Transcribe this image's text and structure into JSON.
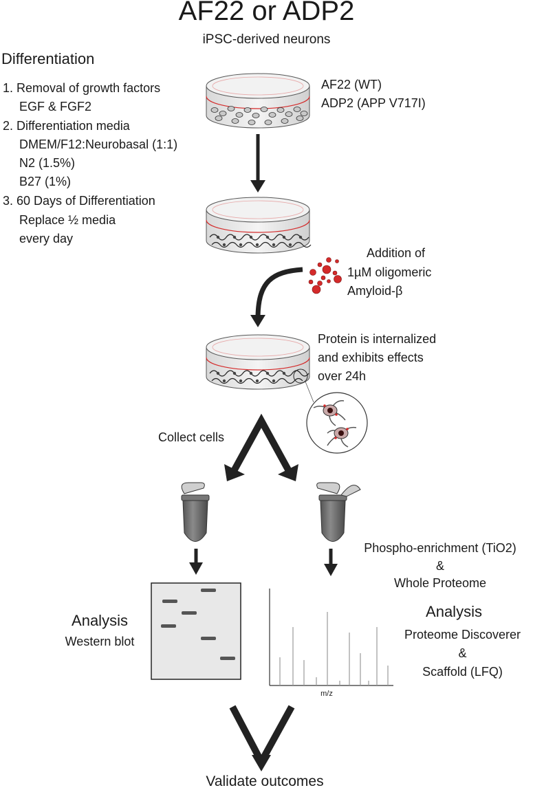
{
  "title": "AF22 or ADP2",
  "subtitle": "iPSC-derived neurons",
  "differentiation": {
    "heading": "Differentiation",
    "steps": [
      "1.  Removal of growth factors",
      "EGF & FGF2",
      "2.  Differentiation media",
      "DMEM/F12:Neurobasal (1:1)",
      "N2 (1.5%)",
      "B27 (1%)",
      "3.  60 Days of Differentiation",
      "Replace ½ media",
      "every day"
    ]
  },
  "lines": {
    "wt": "AF22 (WT)",
    "mutant": "ADP2 (APP V717I)"
  },
  "addition": [
    "Addition of",
    "1µM oligomeric",
    "Amyloid-β"
  ],
  "internalized": [
    "Protein is internalized",
    "and exhibits effects",
    "over 24h"
  ],
  "collect": "Collect cells",
  "left_branch": {
    "analysis_heading": "Analysis",
    "method": "Western blot"
  },
  "right_branch": {
    "enrichment": [
      "Phospho-enrichment (TiO2)",
      "&",
      "Whole Proteome"
    ],
    "analysis_heading": "Analysis",
    "software": [
      "Proteome Discoverer",
      "&",
      "Scaffold (LFQ)"
    ],
    "axis_label": "m/z"
  },
  "outcome": "Validate outcomes",
  "colors": {
    "red": "#d42a2a",
    "dark": "#222222",
    "tube": "#6b6b6b",
    "blot_bg": "#e8e8e8"
  }
}
